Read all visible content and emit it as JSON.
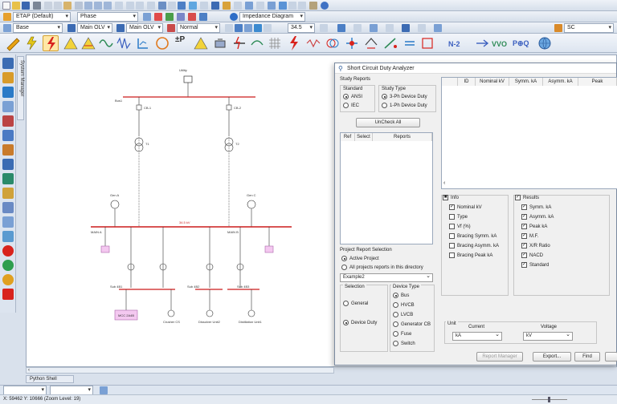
{
  "toolbar1": {
    "study_case": "ETAP (Default)",
    "presentation": "Phase",
    "diagram": "Impedance Diagram"
  },
  "toolbar2": {
    "base": "Base",
    "olv1": "Main OLV",
    "olv2": "Main OLV",
    "mode": "Normal",
    "zoom": "34.5",
    "config": "SC"
  },
  "toolbar3": {
    "n2_label": "N-2",
    "vvo_label": "VVO"
  },
  "left_panel_label": "System Manager",
  "python_shell": "Python Shell",
  "status": {
    "coords": "X: 59462    Y: 10666 (Zoom Level: 19)"
  },
  "dialog": {
    "title": "Short Circuit Duty Analyzer",
    "study_reports": "Study Reports",
    "standard": "Standard",
    "ansi": "ANSI",
    "iec": "IEC",
    "study_type": "Study Type",
    "type_3ph": "3-Ph Device Duty",
    "type_1ph": "1-Ph Device Duty",
    "uncheck_all": "UnCheck All",
    "rep_cols": [
      "Ref",
      "Select",
      "Reports"
    ],
    "grid_cols": [
      "ID",
      "Nominal kV",
      "Symm. kA",
      "Asymm. kA",
      "Peak"
    ],
    "info_title": "Info",
    "info_items": [
      {
        "label": "Nominal kV",
        "checked": true
      },
      {
        "label": "Type",
        "checked": false
      },
      {
        "label": "Vf (%)",
        "checked": false
      },
      {
        "label": "Bracing Symm. kA",
        "checked": false
      },
      {
        "label": "Bracing Asymm. kA",
        "checked": false
      },
      {
        "label": "Bracing Peak kA",
        "checked": false
      }
    ],
    "results_title": "Results",
    "results_items": [
      {
        "label": "Symm. kA",
        "checked": true
      },
      {
        "label": "Asymm. kA",
        "checked": true
      },
      {
        "label": "Peak kA",
        "checked": true
      },
      {
        "label": "M.F.",
        "checked": true
      },
      {
        "label": "X/R Ratio",
        "checked": true
      },
      {
        "label": "NACD",
        "checked": true
      },
      {
        "label": "Standard",
        "checked": true
      }
    ],
    "project_report_selection": "Project Report Selection",
    "active_project": "Active Project",
    "all_projects": "All projects reports in this directory",
    "project_name": "Example2",
    "selection": "Selection",
    "general": "General",
    "device_duty": "Device Duty",
    "device_type": "Device Type",
    "device_types": [
      "Bus",
      "HVCB",
      "LVCB",
      "Generator CB",
      "Fuse",
      "Switch"
    ],
    "unit": "Unit",
    "current": "Current",
    "current_val": "kA",
    "voltage": "Voltage",
    "voltage_val": "kV",
    "btn_report": "Report Manager",
    "btn_export": "Export...",
    "btn_find": "Find"
  },
  "oneline": {
    "utility": "Utility",
    "bus1": "Bus1",
    "cb1": "CB-1",
    "cb2": "CB-2",
    "t1": "T1",
    "t2": "T2",
    "main_a": "MAIN A",
    "main_b": "MAIN B",
    "gen_a": "Gen A",
    "gen_c": "Gen C",
    "sub1": "Sub 4B1",
    "sub2": "Sub 4B2",
    "sub3": "Sub 4B3",
    "mcc": "MCC 2A4B",
    "crusher": "Crusher CS",
    "dissolver": "Dissolver Unit2",
    "distillation": "Distillation Unit1",
    "kv_red": "34.5 kV"
  },
  "colors": {
    "bus_red": "#cc1b1b",
    "select": "#0b6fd6",
    "accent": "#e8a313"
  }
}
